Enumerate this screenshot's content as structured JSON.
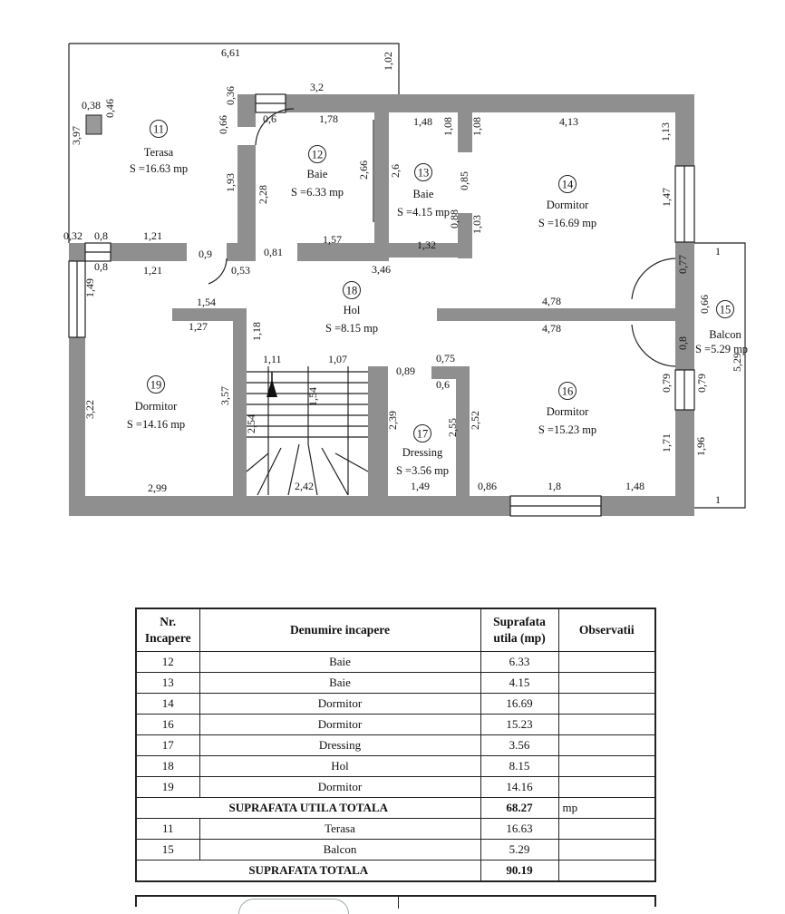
{
  "plan": {
    "dimensions": [
      "6,61",
      "1,02",
      "3,2",
      "0,36",
      "0,6",
      "1,78",
      "0,38",
      "0,46",
      "3,97",
      "0,66",
      "1,48",
      "4,13",
      "1,08",
      "1,08",
      "1,13",
      "2,66",
      "2,6",
      "0,85",
      "1,93",
      "2,28",
      "0,88",
      "1,03",
      "1,47",
      "0,32",
      "0,8",
      "1,21",
      "0,9",
      "0,81",
      "1,57",
      "1,32",
      "1",
      "0,8",
      "1,21",
      "0,53",
      "3,46",
      "0,77",
      "1,49",
      "1,54",
      "4,78",
      "0,66",
      "1,27",
      "1,18",
      "4,78",
      "0,8",
      "1,11",
      "1,07",
      "0,89",
      "0,75",
      "5,29",
      "0,6",
      "0,79",
      "0,79",
      "3,22",
      "3,57",
      "1,54",
      "2,54",
      "2,39",
      "2,55",
      "2,52",
      "1,71",
      "1,96",
      "2,99",
      "2,42",
      "1,49",
      "0,86",
      "1,8",
      "1,48",
      "1"
    ],
    "rooms": [
      {
        "num": "11",
        "name": "Terasa",
        "area": "S =16.63 mp"
      },
      {
        "num": "12",
        "name": "Baie",
        "area": "S =6.33 mp"
      },
      {
        "num": "13",
        "name": "Baie",
        "area": "S =4.15 mp"
      },
      {
        "num": "14",
        "name": "Dormitor",
        "area": "S =16.69 mp"
      },
      {
        "num": "15",
        "name": "Balcon",
        "area": "S =5.29 mp"
      },
      {
        "num": "16",
        "name": "Dormitor",
        "area": "S =15.23 mp"
      },
      {
        "num": "17",
        "name": "Dressing",
        "area": "S =3.56 mp"
      },
      {
        "num": "18",
        "name": "Hol",
        "area": "S =8.15 mp"
      },
      {
        "num": "19",
        "name": "Dormitor",
        "area": "S =14.16 mp"
      }
    ]
  },
  "table": {
    "headers": {
      "nr_line1": "Nr.",
      "nr_line2": "Incapere",
      "name": "Denumire incapere",
      "area_line1": "Suprafata",
      "area_line2": "utila (mp)",
      "obs": "Observatii"
    },
    "rows_utila": [
      {
        "nr": "12",
        "name": "Baie",
        "area": "6.33"
      },
      {
        "nr": "13",
        "name": "Baie",
        "area": "4.15"
      },
      {
        "nr": "14",
        "name": "Dormitor",
        "area": "16.69"
      },
      {
        "nr": "16",
        "name": "Dormitor",
        "area": "15.23"
      },
      {
        "nr": "17",
        "name": "Dressing",
        "area": "3.56"
      },
      {
        "nr": "18",
        "name": "Hol",
        "area": "8.15"
      },
      {
        "nr": "19",
        "name": "Dormitor",
        "area": "14.16"
      }
    ],
    "total_utila": {
      "label": "SUPRAFATA UTILA TOTALA",
      "value": "68.27",
      "unit": "mp"
    },
    "rows_other": [
      {
        "nr": "11",
        "name": "Terasa",
        "area": "16.63"
      },
      {
        "nr": "15",
        "name": "Balcon",
        "area": "5.29"
      }
    ],
    "total": {
      "label": "SUPRAFATA TOTALA",
      "value": "90.19"
    }
  }
}
